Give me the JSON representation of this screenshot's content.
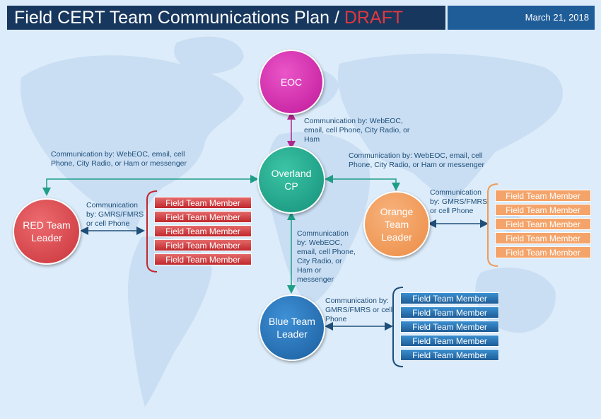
{
  "header": {
    "title": "Field CERT Team Communications Plan / ",
    "draft": "DRAFT",
    "date": "March 21, 2018"
  },
  "colors": {
    "eoc": "#d02aa6",
    "overland": "#1ea38a",
    "red": "#d9454b",
    "orange": "#f09a57",
    "blue": "#1e6fb8",
    "arrow_green": "#1e9e86",
    "arrow_blue": "#1f4e79",
    "arrow_magenta": "#b0278d"
  },
  "nodes": {
    "eoc": "EOC",
    "overland": "Overland\nCP",
    "red": "RED Team\nLeader",
    "orange": "Orange\nTeam\nLeader",
    "blue": "Blue Team\nLeader"
  },
  "notes": {
    "eoc_link": "Communication by: WebEOC,\nemail, cell Phone, City Radio, or\nHam",
    "left_link": "Communication by: WebEOC, email, cell\nPhone, City Radio, or Ham or messenger",
    "right_link": "Communication by: WebEOC, email, cell\nPhone, City Radio, or Ham or messenger",
    "down_link": "Communication\nby: WebEOC,\nemail, cell Phone,\nCity Radio, or\nHam or\nmessenger",
    "red_team": "Communication\nby: GMRS/FMRS\nor cell Phone",
    "orange_team": "Communication\nby: GMRS/FMRS\nor cell Phone",
    "blue_team": "Communication by:\nGMRS/FMRS or cell\nPhone"
  },
  "teams": {
    "red": [
      "Field Team Member",
      "Field Team Member",
      "Field Team Member",
      "Field Team Member",
      "Field Team Member"
    ],
    "orange": [
      "Field Team Member",
      "Field Team Member",
      "Field Team Member",
      "Field Team Member",
      "Field Team Member"
    ],
    "blue": [
      "Field Team Member",
      "Field Team Member",
      "Field Team Member",
      "Field Team Member",
      "Field Team Member"
    ]
  }
}
